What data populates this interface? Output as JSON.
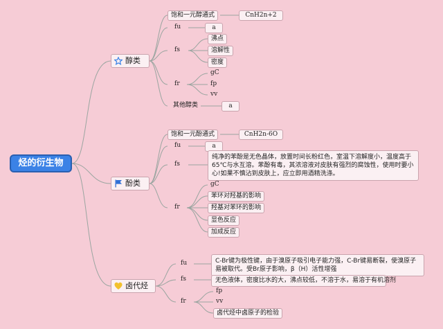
{
  "root": {
    "label": "烃的衍生物"
  },
  "branches": {
    "alcohol": {
      "label": "醇类",
      "icon": "star-icon",
      "formula_label": "饱和一元醇通式",
      "formula": "CnH2n+2",
      "fu": "fu",
      "fu_value": "a",
      "fs": "fs",
      "fs_items": [
        "沸点",
        "溶解性",
        "密度"
      ],
      "fr": "fr",
      "fr_items": [
        "gC",
        "fp",
        "vv"
      ],
      "other_label": "其他醇类",
      "other_value": "a"
    },
    "phenol": {
      "label": "酚类",
      "icon": "flag-icon",
      "formula_label": "饱和一元酚通式",
      "formula": "CnH2n-6O",
      "fu": "fu",
      "fu_value": "a",
      "fs": "fs",
      "fs_text": "纯净的苯酚是无色晶体，放置时间长粉红色，室温下溶解度小，温度高于65℃与水互溶。苯酚有毒，其浓溶液对皮肤有强烈的腐蚀性，使用时要小心!如果不慎沾到皮肤上，应立即用酒精洗涤。",
      "fr": "fr",
      "fr_items": [
        "gC",
        "苯环对羟基的影响",
        "羟基对苯环的影响",
        "显色反应",
        "加成反应"
      ]
    },
    "haloalkane": {
      "label": "卤代烃",
      "icon": "heart-icon",
      "fu": "fu",
      "fu_text": "C-Br键为极性键，由于溴原子吸引电子能力强，C-Br键易断裂，使溴原子易被取代。受Br原子影响，β（H）活性增强",
      "fs": "fs",
      "fs_text": "无色液体，密度比水的大，沸点较低，不溶于水，易溶于有机溶剂",
      "fr": "fr",
      "fr_items": [
        "fp",
        "vv",
        "卤代烃中卤原子的检验"
      ]
    }
  },
  "colors": {
    "background": "#f6ccd6",
    "root": "#3b82e6",
    "line": "#9aa5a0",
    "star": "#3b82e6",
    "flag": "#2f6fd6",
    "heart": "#f2c12e"
  }
}
